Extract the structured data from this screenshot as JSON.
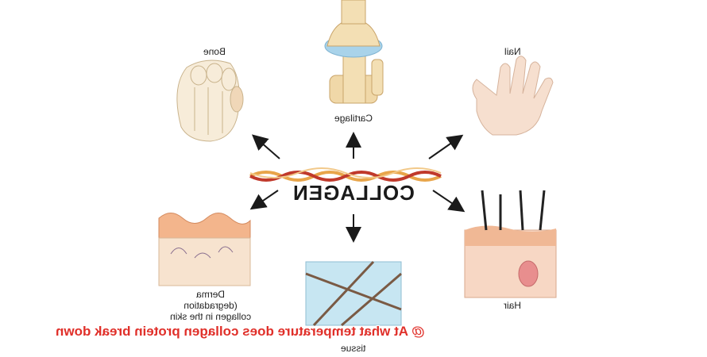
{
  "center": {
    "title": "COLLAGEN"
  },
  "labels": {
    "bone": "Bone",
    "cartilage": "Cartilage",
    "nail": "Nail",
    "derma": "Derma\n(degradation\ncollagen in the skin",
    "tissue": "tissue",
    "hair": "Hair"
  },
  "caption": "@ At what temperature does collagen protein break down",
  "colors": {
    "caption": "#e0302a",
    "skin": "#f3c7a0",
    "arrow": "#1a1a1a"
  }
}
